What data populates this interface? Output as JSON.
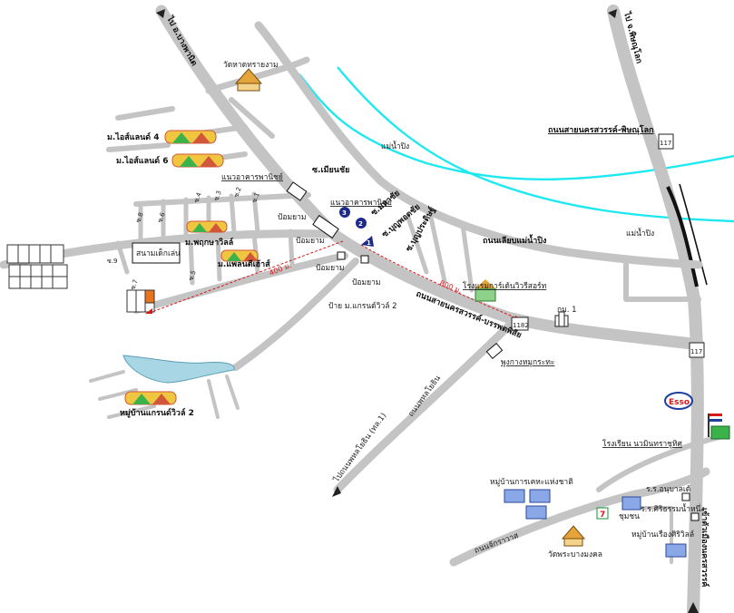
{
  "map": {
    "labels": {
      "to_uttaradit": "ไป อ.บางพานิด",
      "to_phitsanulok": "ไป จ.พิษณุโลก",
      "wat_hat_sai_ngam": "วัดหาดทรายงาม",
      "sai_nakhonsawan_phitsanulok": "ถนนสายนครสวรรค์-พิษณุโลก",
      "hw_117_top": "117",
      "hw_117_mid": "117",
      "hw_1182": "1182",
      "mae_nam_ping_1": "แม่น้ำปิง",
      "mae_nam_ping_2": "แม่น้ำปิง",
      "island_4": "ม.ไอส์แลนด์ 4",
      "island_6": "ม.ไอส์แลนด์ 6",
      "kanoknwanich_1": "แนวอาคารพานิชย์",
      "kanoknwanich_2": "แนวอาคารพานิชย์",
      "soi_chiang_kai": "ซ.เมียนชัย",
      "mahachai": "ซ.มหาชัย",
      "boon_phoch": "ซ.บุญพอตชัย",
      "bunpradit": "ซ.บุญประดิษฐ์",
      "pom_yam_1": "ป้อมยาม",
      "pom_yam_2": "ป้อมยาม",
      "pom_yam_3": "ป้อมยาม",
      "pom_yam_4": "ป้อมยาม",
      "stadium": "สนามเด็กเล่น",
      "m_phrueksa": "ม.พฤกษาวิลล์",
      "m_phrueksa_2": "ม.แพลนตีเฮ้าส์",
      "dist_400": "400 ม.",
      "dist_800": "800 ม.",
      "sign_grand_ville": "ป้าย ม.แกรนด์วิวล์ 2",
      "river_road": "ถนนเลียบแม่น้ำปิง",
      "hotel": "โรงแรมการ์เด้นวิวรีสอร์ท",
      "kom_1": "กม. 1",
      "road_nakhonsawan_banphot": "ถนนสายนครสวรรค์-บรรพตพิสัย",
      "pung_kang": "พูงกางหมูกระทะ",
      "grand_ville_2": "หมู่บ้านแกรนด์วิวล์ 2",
      "road_phahon": "ถนนพหลโยธิน",
      "to_phahon": "ไปถนนพหลโยธิน (ทล.1)",
      "school": "โรงเรียน นวมินทราชูทิศ",
      "village_housing": "หมู่บ้านการเคหะแห่งชาติ",
      "wat_bang_mongkhon": "วัดพระบางมงคล",
      "chaowarat_road": "ถนนจักราวาส",
      "child_center": "ชุมชน",
      "rs_yat": "ร.ร.อนุบาลเด้",
      "rs_sitthi": "ร.ร.ศิริธรรมน้ำหนึ่ง",
      "village_rueang": "หมู่บ้านเรืองศิริวิลล์",
      "to_mueang": "เข้าตัวเมืองนครสวรรค์",
      "esso": "Esso",
      "seven": "7",
      "soi_1": "ซ.1",
      "soi_2": "ซ.2",
      "soi_3": "ซ.3",
      "soi_4": "ซ.4",
      "soi_5": "ซ.5",
      "soi_6": "ซ.6",
      "soi_7": "ซ.7",
      "soi_8": "ซ.8",
      "soi_9": "ซ.9",
      "marker_1": "1",
      "marker_2": "2",
      "marker_3": "3"
    },
    "colors": {
      "road": "#c4c4c4",
      "river": "#1ee8f0",
      "lake": "#a9d6e5",
      "route_line": "#d71919",
      "marker": "#1c2a8c",
      "bridge": "#111111",
      "highlight_lot": "#e8731c"
    }
  }
}
